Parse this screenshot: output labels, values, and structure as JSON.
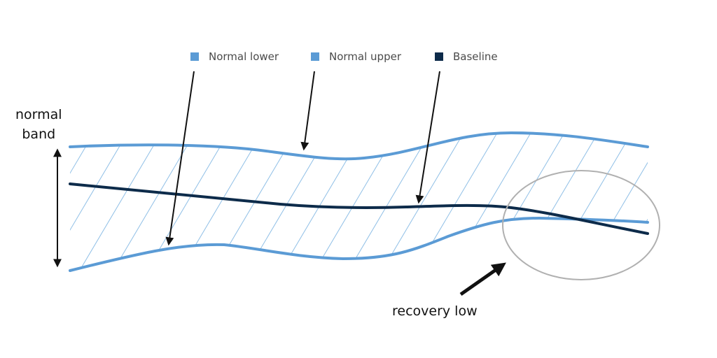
{
  "legend": {
    "items": [
      {
        "label": "Normal lower",
        "color": "#5b9bd5"
      },
      {
        "label": "Normal upper",
        "color": "#5b9bd5"
      },
      {
        "label": "Baseline",
        "color": "#0d2b4a"
      }
    ]
  },
  "annotations": {
    "band_label_line1": "normal",
    "band_label_line2": "band",
    "recovery_label": "recovery low"
  },
  "colors": {
    "band_line": "#5b9bd5",
    "baseline": "#0d2b4a",
    "hatch": "#8fbfe6",
    "circle": "#b0b0b0",
    "arrow": "#111111"
  }
}
